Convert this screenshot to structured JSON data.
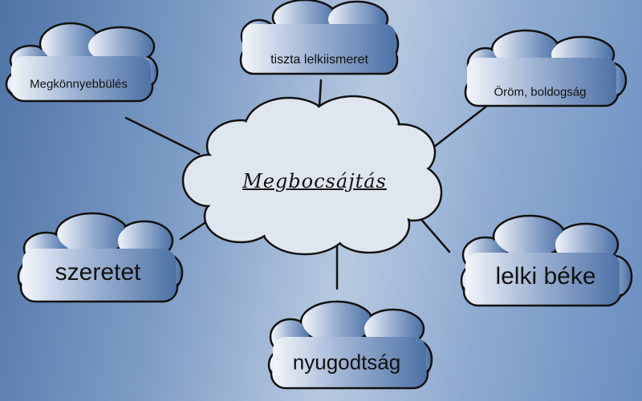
{
  "center": {
    "title": "Megbocsájtás"
  },
  "nodes": [
    {
      "id": "megkonnyebbules",
      "label": "Megkönnyebbülés"
    },
    {
      "id": "tiszta-lelkiismeret",
      "label": "tiszta lelkiismeret"
    },
    {
      "id": "orom-boldogsag",
      "label": "Öröm, boldogság"
    },
    {
      "id": "szeretet",
      "label": "szeretet"
    },
    {
      "id": "lelki-beke",
      "label": "lelki béke"
    },
    {
      "id": "nyugodtsag",
      "label": "nyugodtság"
    }
  ],
  "colors": {
    "center_cloud_fill": "#dfe6f0",
    "outline": "#111111",
    "cloud_gradient_light": "#f2f5fa",
    "cloud_gradient_dark": "#4e72a6"
  }
}
